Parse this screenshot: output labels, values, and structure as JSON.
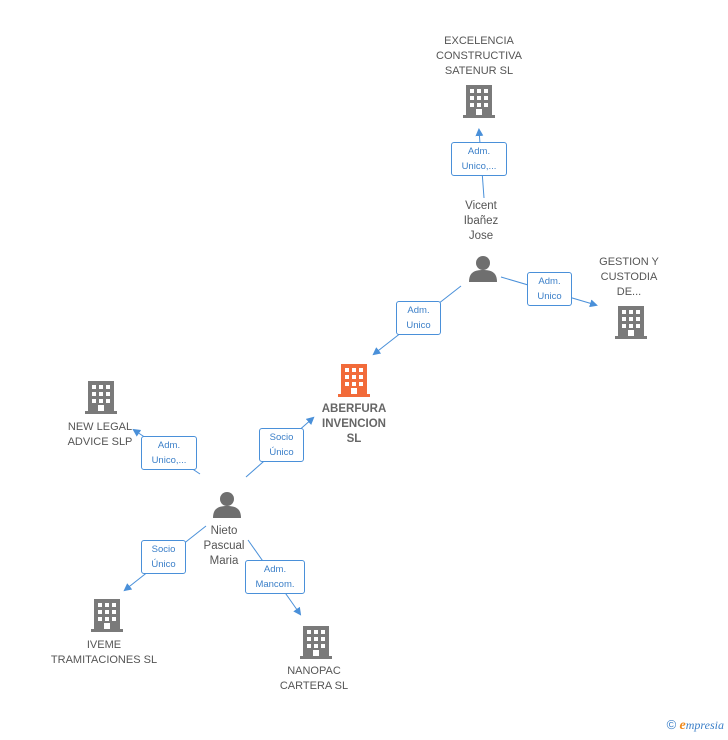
{
  "colors": {
    "edge": "#4a90d9",
    "building": "#7a7a7a",
    "main_building": "#f26b3a",
    "person": "#6f6f6f"
  },
  "nodes": {
    "excelencia": {
      "lines": [
        "EXCELENCIA",
        "CONSTRUCTIVA",
        "SATENUR  SL"
      ],
      "icon": "building-icon"
    },
    "vicent": {
      "lines": [
        "Vicent",
        "Ibañez",
        "Jose"
      ],
      "icon": "person-icon"
    },
    "gestion": {
      "lines": [
        "GESTION Y",
        "CUSTODIA",
        "DE..."
      ],
      "icon": "building-icon"
    },
    "aberfura": {
      "lines": [
        "ABERFURA",
        "INVENCION",
        "SL"
      ],
      "icon": "building-icon"
    },
    "newlegal": {
      "lines": [
        "NEW LEGAL",
        "ADVICE  SLP"
      ],
      "icon": "building-icon"
    },
    "nieto": {
      "lines": [
        "Nieto",
        "Pascual",
        "Maria"
      ],
      "icon": "person-icon"
    },
    "iveme": {
      "lines": [
        "IVEME",
        "TRAMITACIONES SL"
      ],
      "icon": "building-icon"
    },
    "nanopac": {
      "lines": [
        "NANOPAC",
        "CARTERA  SL"
      ],
      "icon": "building-icon"
    }
  },
  "edges": {
    "vicent_excelencia": [
      "Adm.",
      "Unico,..."
    ],
    "vicent_gestion": [
      "Adm.",
      "Unico"
    ],
    "vicent_aberfura": [
      "Adm.",
      "Unico"
    ],
    "nieto_aberfura": [
      "Socio",
      "Único"
    ],
    "nieto_newlegal": [
      "Adm.",
      "Unico,..."
    ],
    "nieto_iveme": [
      "Socio",
      "Único"
    ],
    "nieto_nanopac": [
      "Adm.",
      "Mancom."
    ]
  },
  "footer": {
    "copyright": "©",
    "brand_first": "e",
    "brand_rest": "mpresia"
  }
}
